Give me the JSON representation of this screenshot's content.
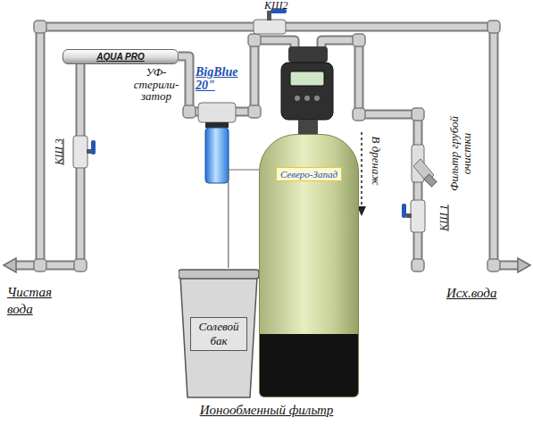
{
  "diagram": {
    "caption": "Ионообменный фильтр",
    "nodes": [
      {
        "text": [
          "AQUA PRO"
        ]
      },
      {
        "text": [
          "Северо-Запад"
        ]
      },
      {
        "text": [
          "Солевой бак"
        ]
      }
    ],
    "edges": [
      {
        "from": 2,
        "to": 1,
        "arrow": "none"
      }
    ],
    "labels": [
      "КШ2",
      "УФ-стерили-затор",
      "BigBlue 20\"",
      "КШ 3",
      "В дренаж",
      "Фильтр грубой очистки",
      "КШ 1",
      "Чистая вода",
      "Исх.вода"
    ]
  }
}
